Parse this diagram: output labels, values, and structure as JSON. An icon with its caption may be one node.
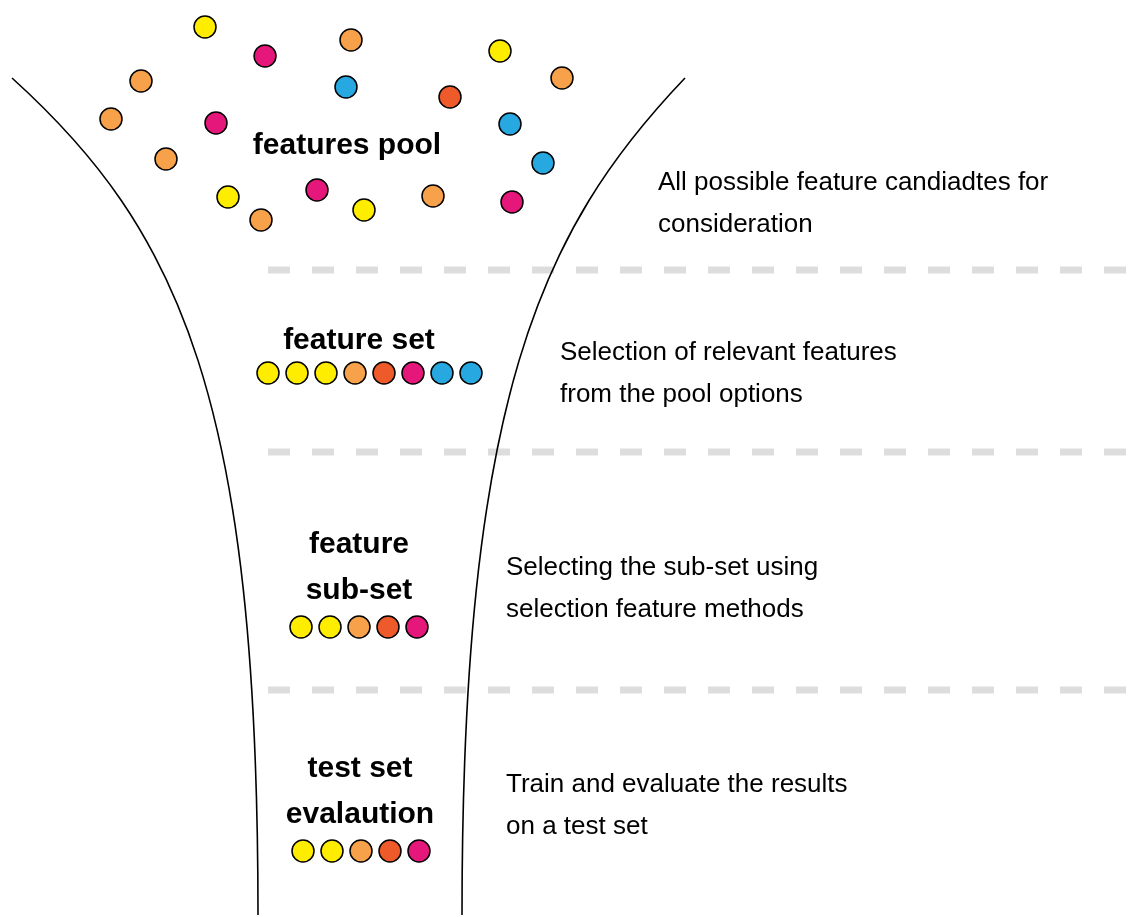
{
  "diagram": {
    "labels": [
      "features pool",
      "All possible feature candiadtes for consideration",
      "feature set",
      "Selection of relevant features from the pool options",
      "feature sub-set",
      "Selecting the sub-set using selection feature methods",
      "test set evalaution",
      "Train and evaluate the results on a test set"
    ]
  }
}
